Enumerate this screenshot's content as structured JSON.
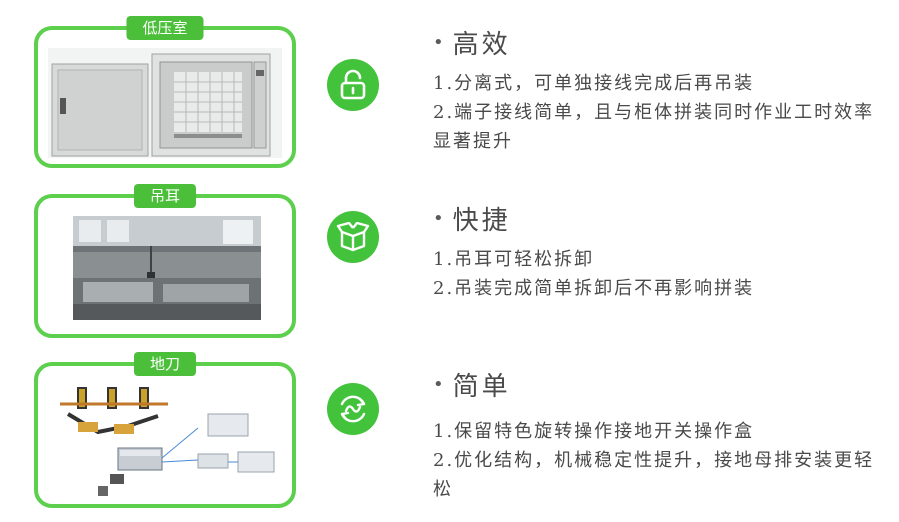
{
  "sections": [
    {
      "tag": "低压室",
      "title": "高效",
      "icon": "unlock-icon",
      "items": [
        "1.分离式，可单独接线完成后再吊装",
        "2.端子接线简单，且与柜体拼装同时作业工时效率显著提升"
      ]
    },
    {
      "tag": "吊耳",
      "title": "快捷",
      "icon": "box-icon",
      "items": [
        "1.吊耳可轻松拆卸",
        "2.吊装完成简单拆卸后不再影响拼装"
      ]
    },
    {
      "tag": "地刀",
      "title": "简单",
      "icon": "rotate-icon",
      "items": [
        "1.保留特色旋转操作接地开关操作盒",
        "2.优化结构，机械稳定性提升，接地母排安装更轻松"
      ]
    }
  ],
  "colors": {
    "accent": "#43c33b",
    "border": "#5ccf4c",
    "tag": "#4cbf3a"
  }
}
